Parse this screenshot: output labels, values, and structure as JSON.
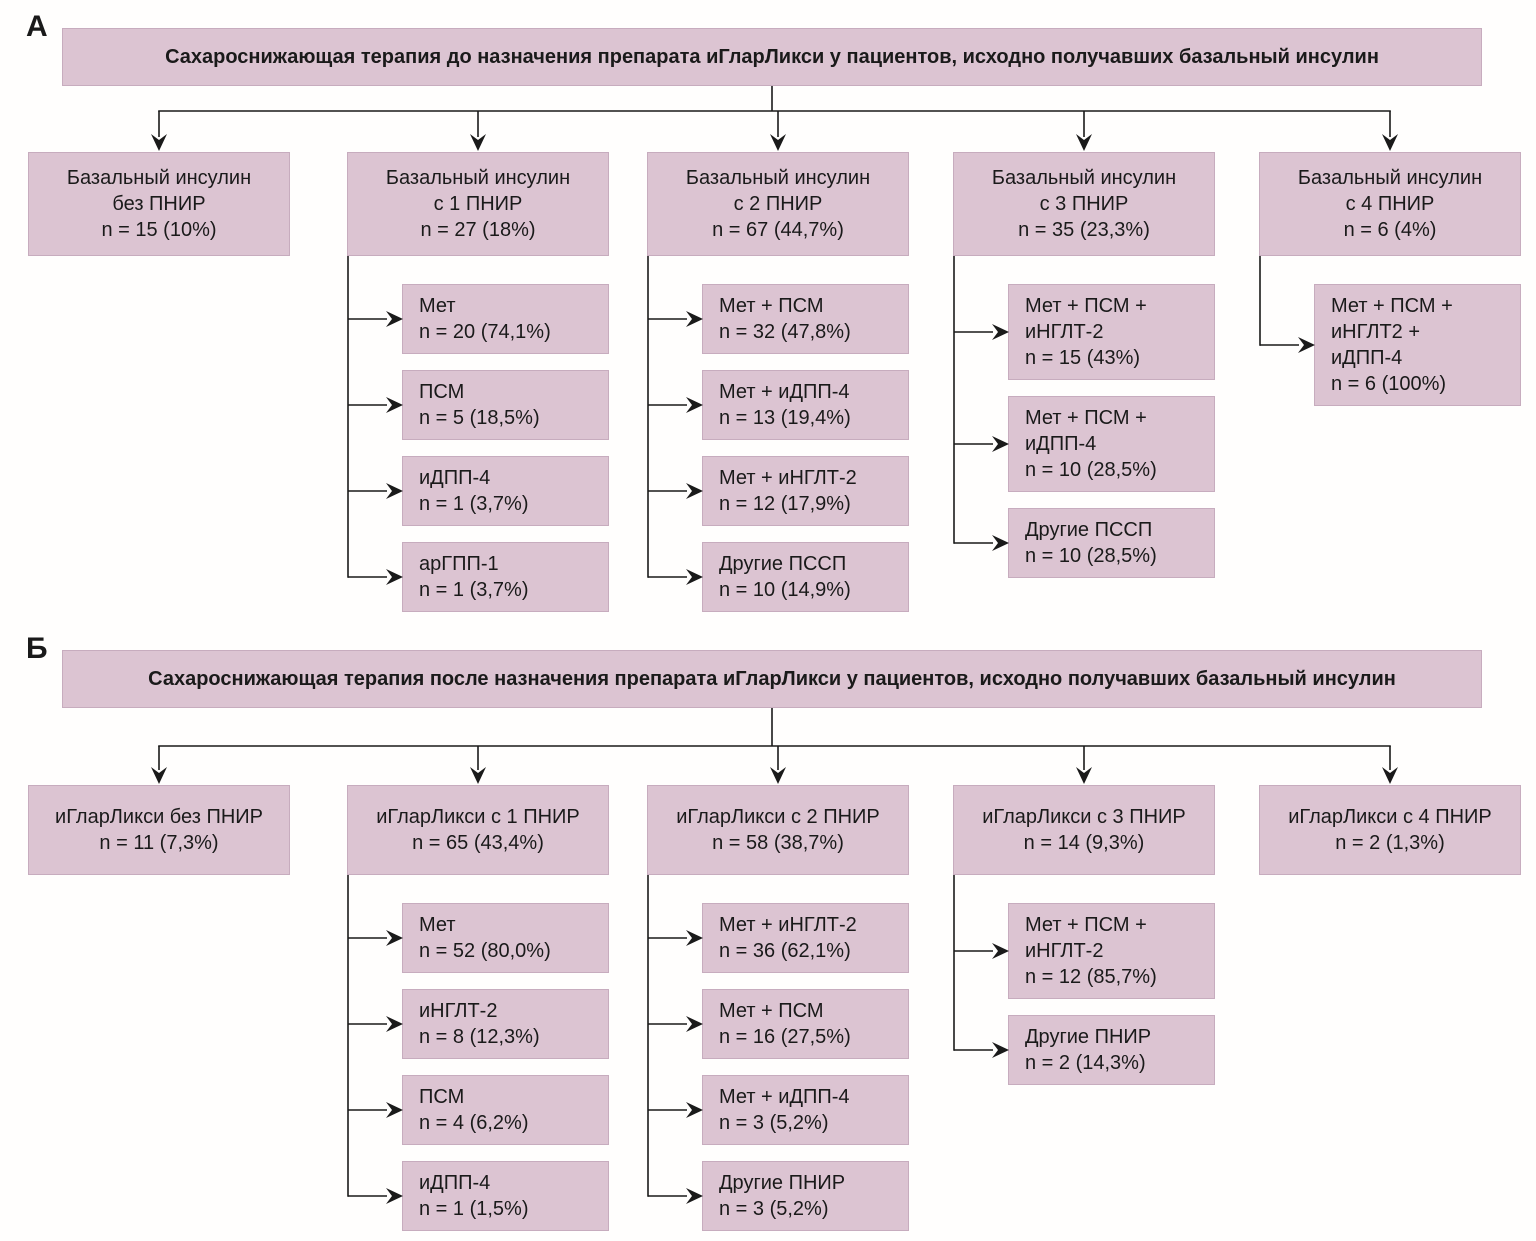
{
  "colors": {
    "box_fill": "#dcc4d2",
    "box_border": "#c7acbe",
    "line": "#1a1a1a",
    "background": "#fffefd",
    "text": "#1a1a1a"
  },
  "panels": [
    {
      "label": "А",
      "header": "Сахароснижающая терапия до назначения препарата иГларЛикси у пациентов, исходно получавших базальный инсулин",
      "columns": [
        {
          "title": "Базальный инсулин\nбез ПНИР\nn = 15 (10%)",
          "children": []
        },
        {
          "title": "Базальный инсулин\nс 1 ПНИР\nn = 27 (18%)",
          "children": [
            "Мет\nn = 20 (74,1%)",
            "ПСМ\nn = 5 (18,5%)",
            "иДПП-4\nn = 1 (3,7%)",
            "арГПП-1\nn = 1 (3,7%)"
          ]
        },
        {
          "title": "Базальный инсулин\nс 2 ПНИР\nn = 67 (44,7%)",
          "children": [
            "Мет + ПСМ\nn = 32 (47,8%)",
            "Мет + иДПП-4\nn = 13 (19,4%)",
            "Мет + иНГЛТ-2\nn = 12 (17,9%)",
            "Другие ПССП\nn = 10 (14,9%)"
          ]
        },
        {
          "title": "Базальный инсулин\nс 3 ПНИР\nn = 35 (23,3%)",
          "children": [
            "Мет + ПСМ +\nиНГЛТ-2\nn = 15 (43%)",
            "Мет + ПСМ +\nиДПП-4\nn = 10 (28,5%)",
            "Другие ПССП\nn = 10 (28,5%)"
          ]
        },
        {
          "title": "Базальный инсулин\nс 4 ПНИР\nn = 6 (4%)",
          "children": [
            "Мет + ПСМ +\nиНГЛТ2 +\nиДПП-4\nn = 6 (100%)"
          ]
        }
      ]
    },
    {
      "label": "Б",
      "header": "Сахароснижающая терапия после назначения препарата иГларЛикси у пациентов, исходно получавших базальный инсулин",
      "columns": [
        {
          "title": "иГларЛикси без ПНИР\nn = 11 (7,3%)",
          "children": []
        },
        {
          "title": "иГларЛикси с 1 ПНИР\nn = 65 (43,4%)",
          "children": [
            "Мет\nn = 52 (80,0%)",
            "иНГЛТ-2\nn = 8 (12,3%)",
            "ПСМ\nn = 4 (6,2%)",
            "иДПП-4\nn = 1 (1,5%)"
          ]
        },
        {
          "title": "иГларЛикси с 2 ПНИР\nn = 58 (38,7%)",
          "children": [
            "Мет + иНГЛТ-2\nn = 36 (62,1%)",
            "Мет + ПСМ\nn = 16 (27,5%)",
            "Мет + иДПП-4\nn = 3 (5,2%)",
            "Другие ПНИР\nn = 3 (5,2%)"
          ]
        },
        {
          "title": "иГларЛикси с 3 ПНИР\nn = 14 (9,3%)",
          "children": [
            "Мет + ПСМ +\nиНГЛТ-2\nn = 12 (85,7%)",
            "Другие ПНИР\nn = 2 (14,3%)"
          ]
        },
        {
          "title": "иГларЛикси с 4 ПНИР\nn = 2 (1,3%)",
          "children": []
        }
      ]
    }
  ]
}
